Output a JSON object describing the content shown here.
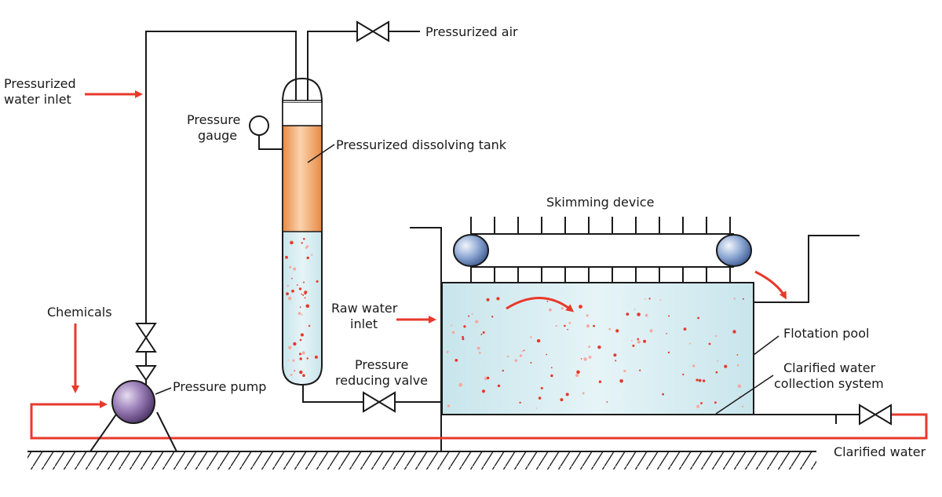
{
  "labels": {
    "pressurized_air": "Pressurized air",
    "pressurized_water_inlet": [
      "Pressurized",
      "water inlet"
    ],
    "pressure_gauge": [
      "Pressure",
      "gauge"
    ],
    "pressurized_dissolving_tank": "Pressurized dissolving tank",
    "skimming_device": "Skimming device",
    "raw_water_inlet": [
      "Raw water",
      "inlet"
    ],
    "flotation_pool": "Flotation pool",
    "chemicals": "Chemicals",
    "pressure_pump": "Pressure pump",
    "pressure_reducing_valve": [
      "Pressure",
      "reducing valve"
    ],
    "clarified_water_collection_system": [
      "Clarified water",
      "collection system"
    ],
    "clarified_water": "Clarified water"
  },
  "colors": {
    "line": "#1a1a1a",
    "flow_arrow": "#e8392b",
    "tank_orange": "#f0a060",
    "water": "#d5ecf1",
    "bubble": "#e8392b",
    "pump": "#7a5a9a",
    "roller": "#5a7fb8"
  }
}
